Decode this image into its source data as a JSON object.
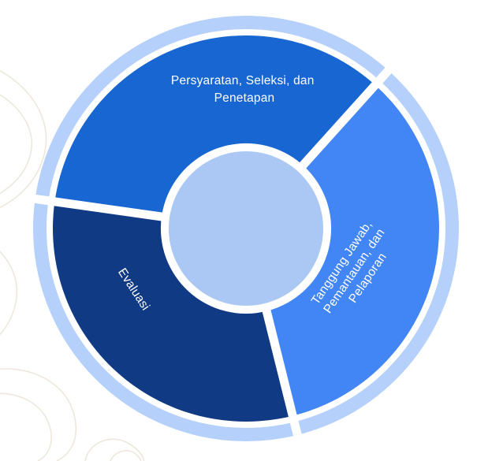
{
  "diagram": {
    "type": "cycle-donut",
    "title": "",
    "segments": [
      {
        "id": "persyaratan-seleksi-penetapan",
        "label": "Persyaratan, Seleksi, dan Penetapan",
        "lines": [
          "Persyaratan, Seleksi, dan",
          "Penetapan"
        ],
        "color": "#1866d1",
        "position": "top"
      },
      {
        "id": "tanggung-jawab-pemantauan-pelaporan",
        "label": "Tanggung Jawab, Pemantauan, dan Pelaporan",
        "lines": [
          "Tanggung Jawab,",
          "Pemantauan, dan",
          "Pelaporan"
        ],
        "color": "#4285f4",
        "position": "right"
      },
      {
        "id": "evaluasi",
        "label": "Evaluasi",
        "lines": [
          "Evaluasi"
        ],
        "color": "#113a85",
        "position": "left"
      }
    ],
    "colors": {
      "outer_ring": "#b5d0fa",
      "center_circle": "#abc8f5",
      "background": "#ffffff",
      "contour_lines": "#e8dfd0",
      "label_text": "#ffffff"
    }
  }
}
